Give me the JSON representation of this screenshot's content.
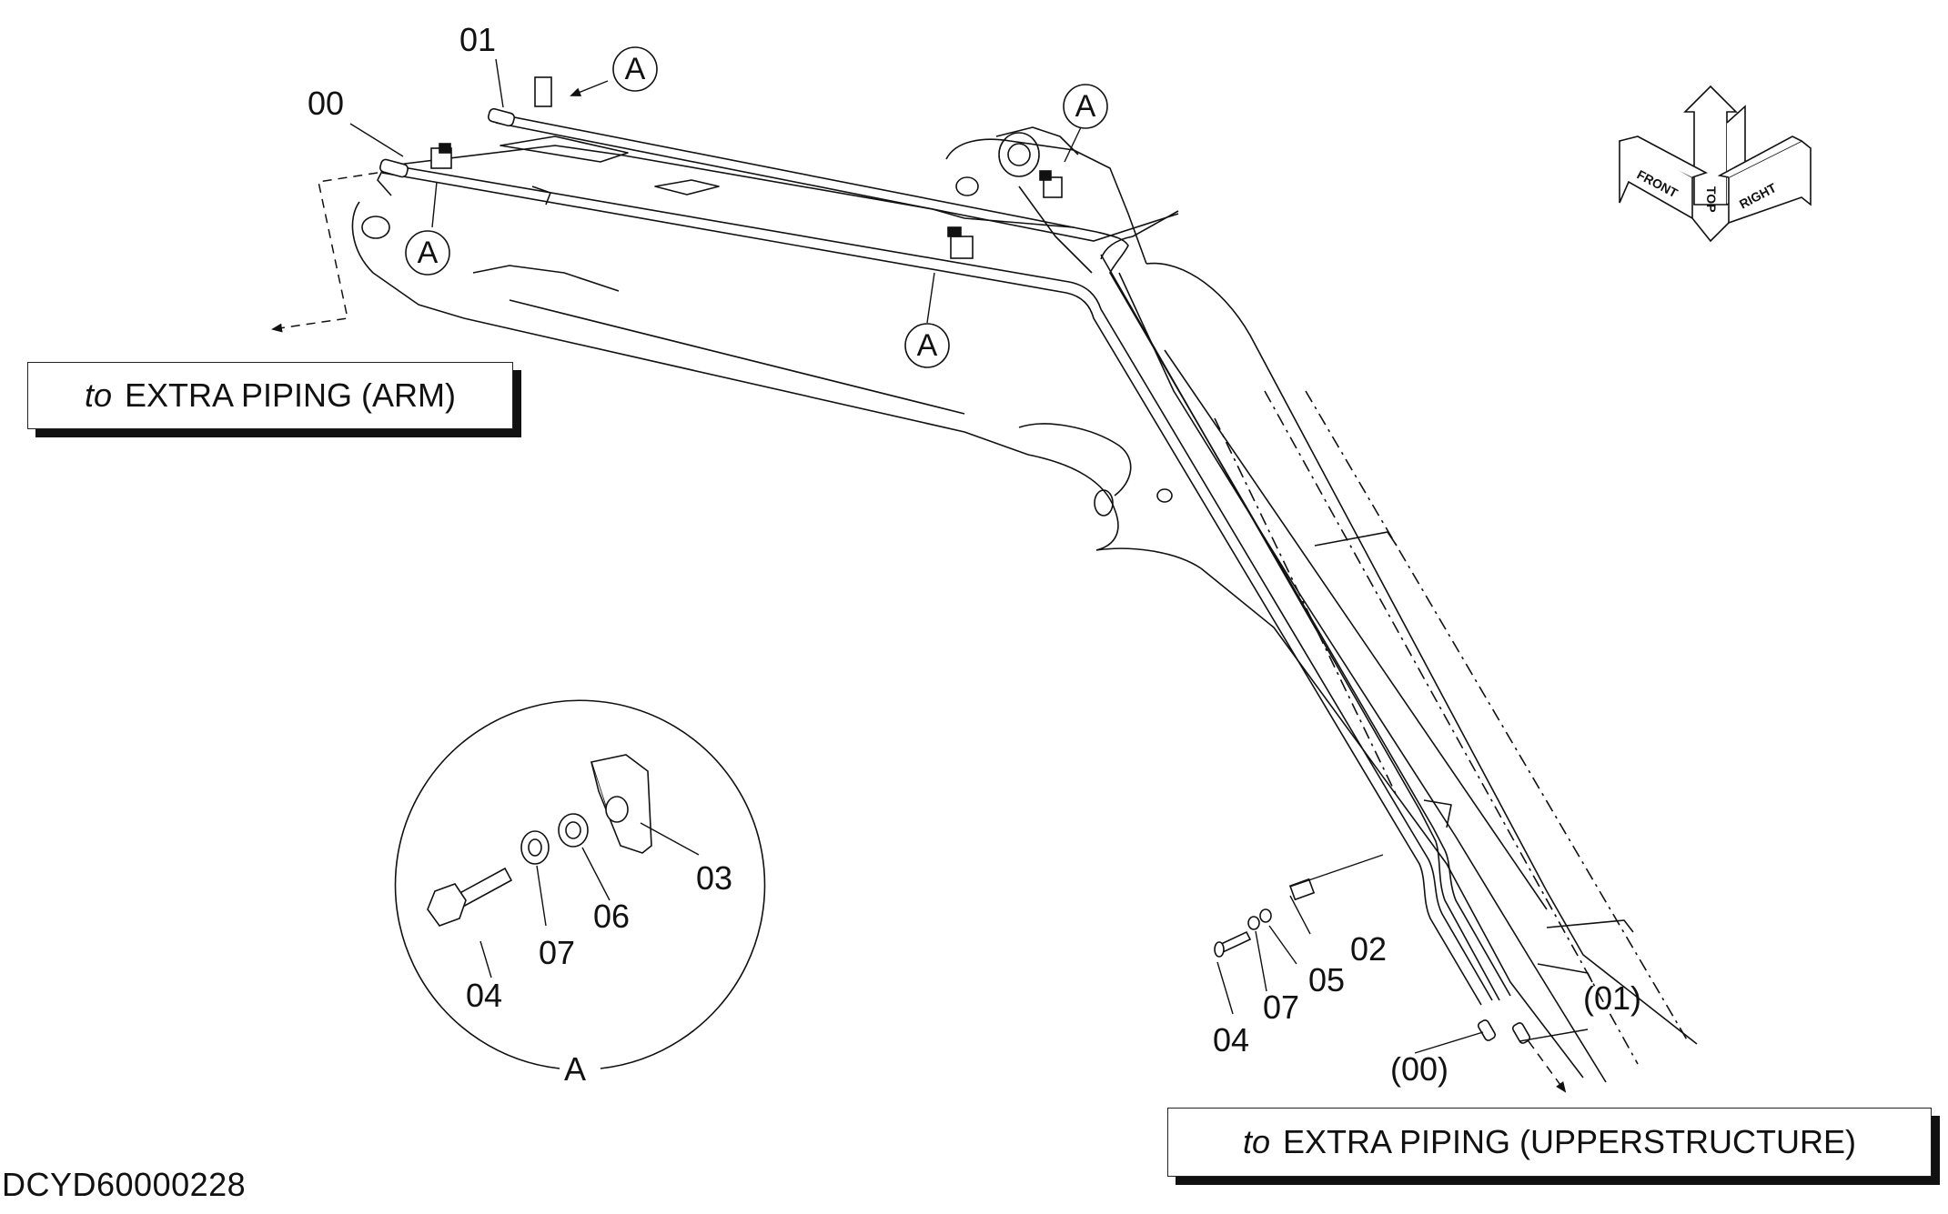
{
  "labels": {
    "p00": "00",
    "p01": "01",
    "p02": "02",
    "p03": "03",
    "p04_detail": "04",
    "p06": "06",
    "p07_detail": "07",
    "p04_lower": "04",
    "p07_lower": "07",
    "p05": "05",
    "p01_paren": "(01)",
    "p00_paren": "(00)",
    "detail_caption": "A"
  },
  "callout_letter": "A",
  "boxes": {
    "arm": {
      "prefix": "to",
      "text": "EXTRA PIPING (ARM)"
    },
    "upperstructure": {
      "prefix": "to",
      "text": "EXTRA PIPING (UPPERSTRUCTURE)"
    }
  },
  "orientation": {
    "top": "TOP",
    "front": "FRONT",
    "right": "RIGHT"
  },
  "document_code": "DCYD60000228"
}
